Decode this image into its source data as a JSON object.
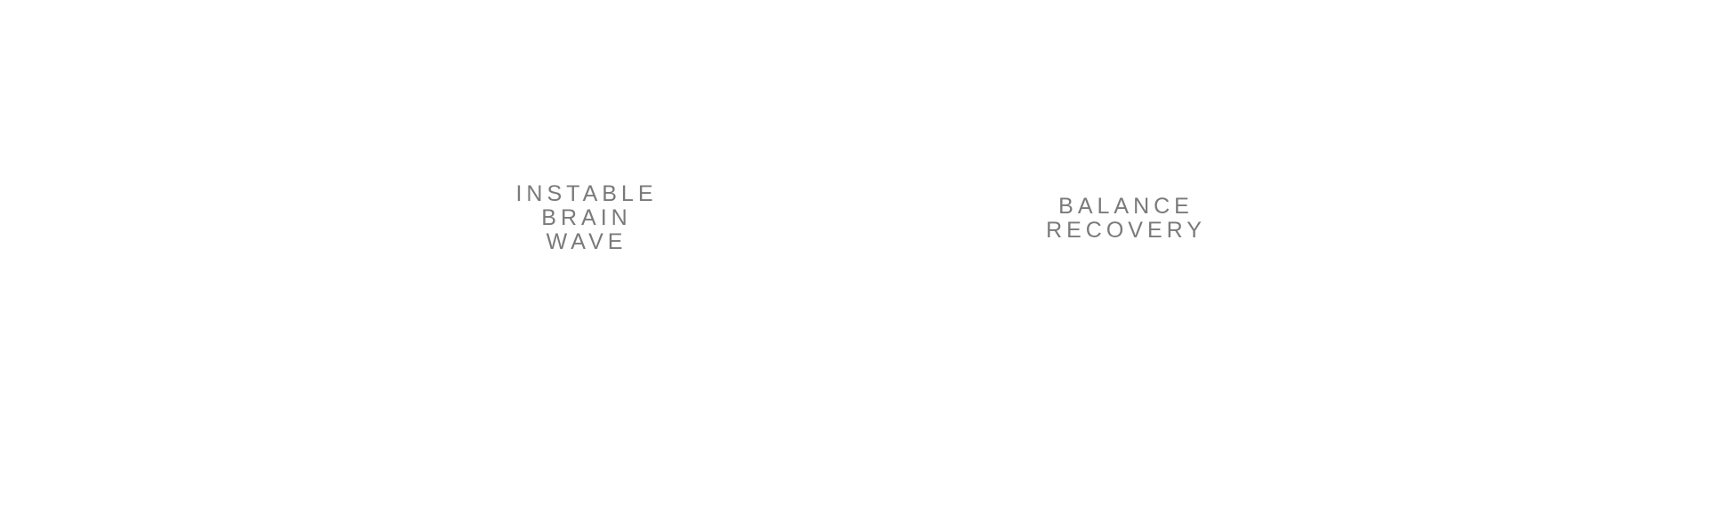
{
  "labels": {
    "instable": [
      "INSTABLE",
      "BRAIN",
      "WAVE"
    ],
    "balance": [
      "BALANCE",
      "RECOVERY"
    ]
  },
  "colors": {
    "text": "#7a7a7a",
    "background": "#ffffff"
  }
}
